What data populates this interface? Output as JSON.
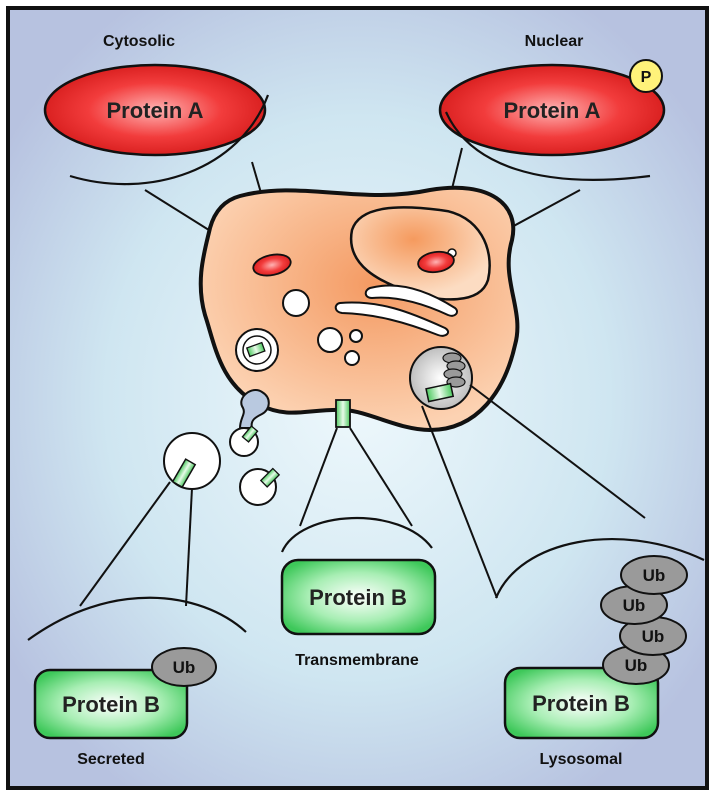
{
  "labels": {
    "cytosolic": "Cytosolic",
    "nuclear": "Nuclear",
    "transmembrane": "Transmembrane",
    "secreted": "Secreted",
    "lysosomal": "Lysosomal"
  },
  "proteins": {
    "cytosolic_a": "Protein A",
    "nuclear_a": "Protein A",
    "transmembrane_b": "Protein B",
    "secreted_b": "Protein B",
    "lysosomal_b": "Protein B"
  },
  "modifications": {
    "phospho": "P",
    "ub_secreted": "Ub",
    "ub_lyso_1": "Ub",
    "ub_lyso_2": "Ub",
    "ub_lyso_3": "Ub",
    "ub_lyso_4": "Ub"
  },
  "colors": {
    "protein_a": "#e8202a",
    "protein_b": "#3ec85a",
    "cell": "#f3a070",
    "ubiquitin": "#9a9a9a",
    "phosphate": "#fff27a",
    "background_center": "#eaf6fb",
    "background_edge": "#b9c7e2"
  }
}
